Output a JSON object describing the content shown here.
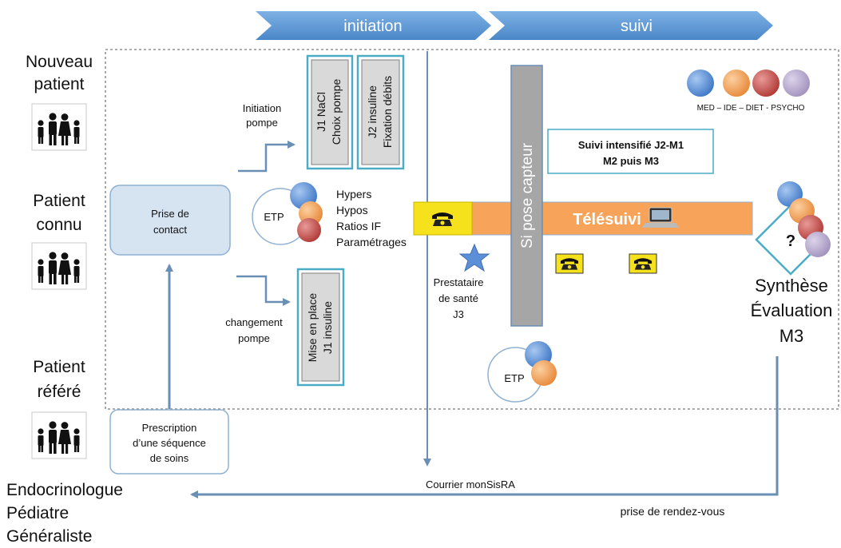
{
  "phases": {
    "initiation": "initiation",
    "suivi": "suivi"
  },
  "patients": {
    "new_line1": "Nouveau",
    "new_line2": "patient",
    "known_line1": "Patient",
    "known_line2": "connu",
    "referred_line1": "Patient",
    "referred_line2": "référé"
  },
  "prescribers": {
    "line1": "Endocrinologue",
    "line2": "Pédiatre",
    "line3": "Généraliste"
  },
  "prise_contact": {
    "line1": "Prise de",
    "line2": "contact"
  },
  "prescription": {
    "line1": "Prescription",
    "line2": "d’une séquence",
    "line3": "de soins"
  },
  "initiation_pompe": {
    "line1": "Initiation",
    "line2": "pompe"
  },
  "changement_pompe": {
    "line1": "changement",
    "line2": "pompe"
  },
  "box_j1": {
    "line1": "J1 NaCl",
    "line2": "Choix pompe"
  },
  "box_j2": {
    "line1": "J2 insuline",
    "line2": "Fixation débits"
  },
  "box_mise": {
    "line1": "Mise en place",
    "line2": "J1 insuline"
  },
  "etp": {
    "label": "ETP",
    "label2": "ETP",
    "items": [
      "Hypers",
      "Hypos",
      "Ratios IF",
      "Paramétrages"
    ]
  },
  "prestataire": {
    "line1": "Prestataire",
    "line2": "de santé",
    "line3": "J3"
  },
  "capteur": "Si pose capteur",
  "telesuivi": "Télésuivi",
  "suivi_box": {
    "line1": "Suivi intensifié J2-M1",
    "line2": "M2 puis M3"
  },
  "legend": "MED – IDE – DIET - PSYCHO",
  "synthese": {
    "mark": "?",
    "line1": "Synthèse",
    "line2": "Évaluation",
    "line3": "M3"
  },
  "courrier": "Courrier monSisRA",
  "rendezvous": "prise de rendez-vous",
  "colors": {
    "phase_fill": "#5b9bd5",
    "line_blue": "#6a8fb5",
    "box_border": "#4bacc6",
    "box_fill": "#d9d9d9",
    "telesuivi_bar": "#f4a460",
    "capteur_bar": "#999999",
    "phone_bg": "#f5e11c",
    "med": "#5b8fd8",
    "ide": "#f0a04b",
    "diet": "#c0504d",
    "psycho": "#b4a7c9"
  }
}
